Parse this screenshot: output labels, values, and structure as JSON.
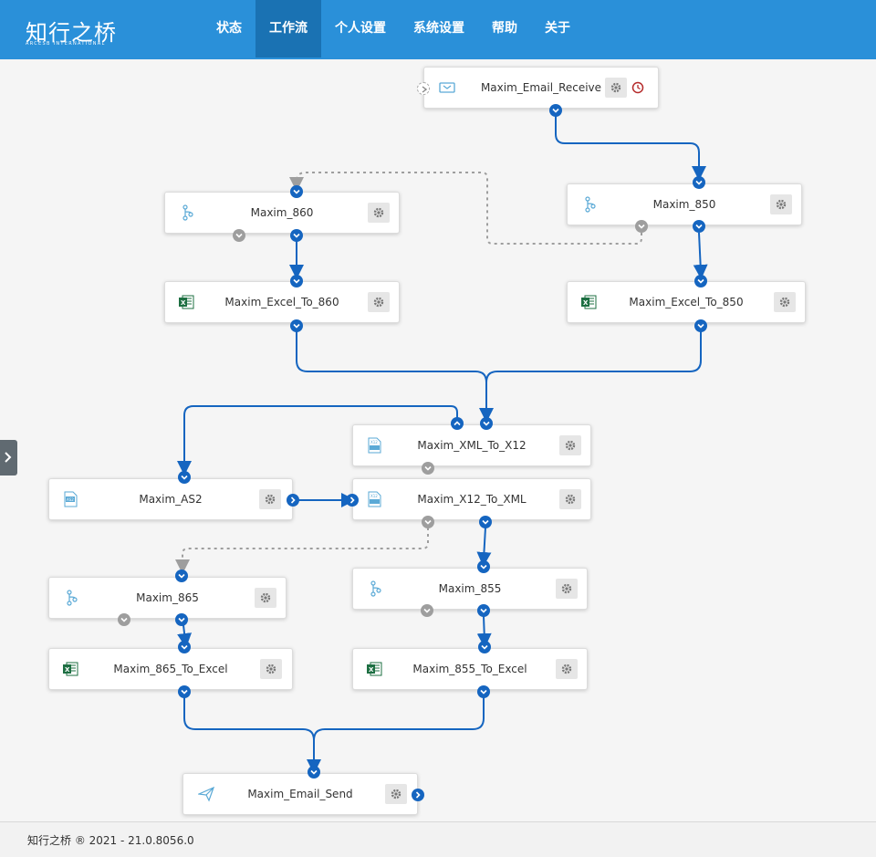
{
  "app": {
    "logo_text": "知行之桥",
    "logo_sub": "ARCESB INTERNATIONAL"
  },
  "nav": [
    {
      "label": "状态"
    },
    {
      "label": "工作流"
    },
    {
      "label": "个人设置"
    },
    {
      "label": "系统设置"
    },
    {
      "label": "帮助"
    },
    {
      "label": "关于"
    }
  ],
  "workflow": {
    "nodes": [
      {
        "id": "email_receive",
        "label": "Maxim_Email_Receive",
        "icon": "email-icon",
        "has_schedule": true
      },
      {
        "id": "n860",
        "label": "Maxim_860",
        "icon": "branch-icon"
      },
      {
        "id": "n850",
        "label": "Maxim_850",
        "icon": "branch-icon"
      },
      {
        "id": "excel_860",
        "label": "Maxim_Excel_To_860",
        "icon": "excel-icon"
      },
      {
        "id": "excel_850",
        "label": "Maxim_Excel_To_850",
        "icon": "excel-icon"
      },
      {
        "id": "xml_x12",
        "label": "Maxim_XML_To_X12",
        "icon": "x12-icon"
      },
      {
        "id": "as2",
        "label": "Maxim_AS2",
        "icon": "as2-icon"
      },
      {
        "id": "x12_xml",
        "label": "Maxim_X12_To_XML",
        "icon": "x12-icon"
      },
      {
        "id": "n865",
        "label": "Maxim_865",
        "icon": "branch-icon"
      },
      {
        "id": "n855",
        "label": "Maxim_855",
        "icon": "branch-icon"
      },
      {
        "id": "n865_excel",
        "label": "Maxim_865_To_Excel",
        "icon": "excel-icon"
      },
      {
        "id": "n855_excel",
        "label": "Maxim_855_To_Excel",
        "icon": "excel-icon"
      },
      {
        "id": "email_send",
        "label": "Maxim_Email_Send",
        "icon": "send-icon"
      }
    ]
  },
  "footer": {
    "text": "知行之桥 ® 2021 - 21.0.8056.0"
  },
  "colors": {
    "header": "#2a90d9",
    "nav_active": "#1a72b3",
    "wire": "#1565c0",
    "wire_dashed": "#9e9e9e",
    "port_blue": "#1565c0",
    "port_grey": "#9e9e9e"
  }
}
